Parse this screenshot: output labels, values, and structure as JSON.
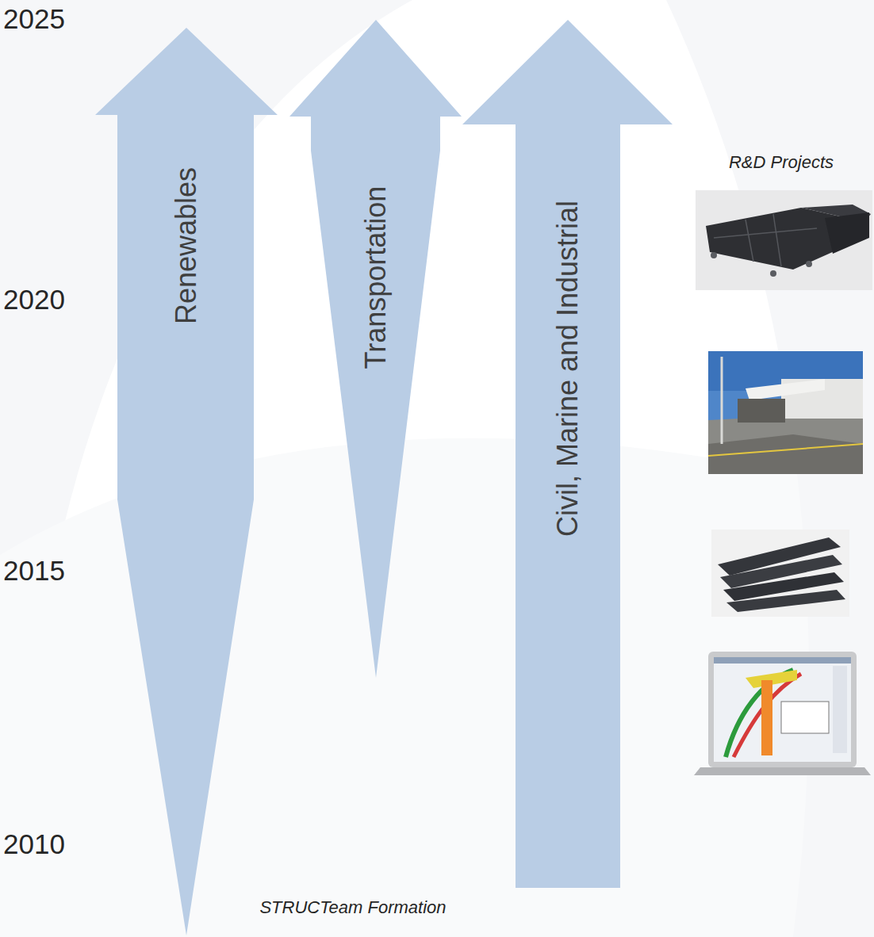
{
  "diagram": {
    "nodes": [
      {
        "text": [
          "Renewables"
        ]
      },
      {
        "text": [
          "Transportation"
        ]
      },
      {
        "text": [
          "Civil, Marine and Industrial"
        ]
      }
    ],
    "labels": [
      "2025",
      "2020",
      "2015",
      "2010",
      "R&D Projects",
      "STRUCTeam Formation"
    ]
  }
}
